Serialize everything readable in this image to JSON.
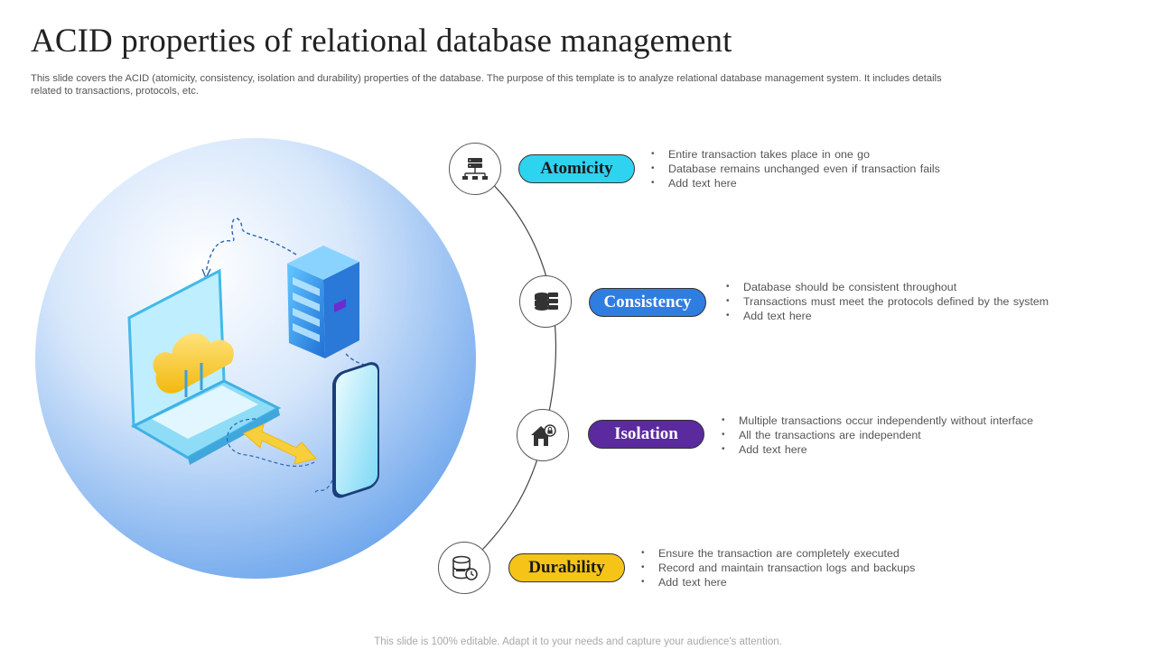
{
  "title": "ACID properties of relational database management",
  "subtitle": "This slide covers the ACID (atomicity, consistency, isolation and durability) properties of the database. The purpose of this template is to analyze relational database management system. It includes details related to transactions, protocols, etc.",
  "footer": "This slide is 100% editable. Adapt it to your needs and capture your audience's attention.",
  "colors": {
    "atomicity": "#2ed3f0",
    "consistency": "#2f7de0",
    "isolation": "#5a2a9e",
    "durability": "#f6c419"
  },
  "properties": [
    {
      "name": "Atomicity",
      "icon": "network-server-icon",
      "bullets": [
        "Entire transaction takes place in one go",
        "Database remains unchanged even if transaction fails",
        "Add text here"
      ]
    },
    {
      "name": "Consistency",
      "icon": "database-stack-icon",
      "bullets": [
        "Database should be consistent throughout",
        "Transactions must meet the protocols defined by the system",
        "Add text here"
      ]
    },
    {
      "name": "Isolation",
      "icon": "house-lock-icon",
      "bullets": [
        "Multiple transactions occur independently without interface",
        "All the transactions are independent",
        "Add text here"
      ]
    },
    {
      "name": "Durability",
      "icon": "database-clock-icon",
      "bullets": [
        "Ensure the transaction are completely executed",
        "Record and maintain transaction logs and backups",
        "Add text here"
      ]
    }
  ]
}
